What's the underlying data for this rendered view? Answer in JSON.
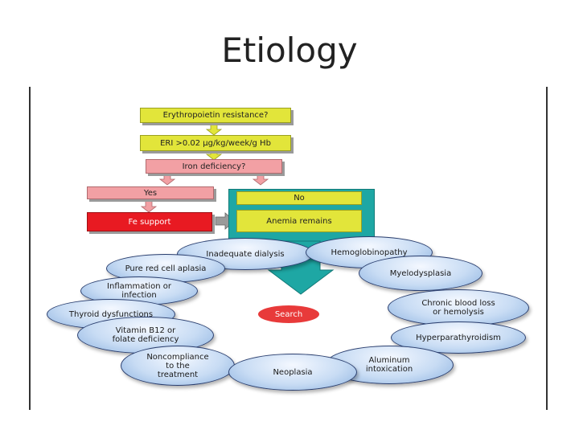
{
  "slide": {
    "title": "Etiology"
  },
  "flow": {
    "epo_resistance": "Erythropoietin resistance?",
    "eri": "ERI >0.02 μg/kg/week/g Hb",
    "iron_deficiency": "Iron deficiency?",
    "yes": "Yes",
    "no": "No",
    "fe_support": "Fe support",
    "anemia_remains": "Anemia remains",
    "search": "Search"
  },
  "causes": {
    "inadequate_dialysis": "Inadequate dialysis",
    "hemoglobinopathy": "Hemoglobinopathy",
    "pure_red_cell_aplasia": "Pure red cell aplasia",
    "myelodysplasia": "Myelodysplasia",
    "inflammation": "Inflammation or infection",
    "chronic_blood_loss": "Chronic blood loss or hemolysis",
    "thyroid": "Thyroid dysfunctions",
    "vitamin_b12": "Vitamin B12 or folate deficiency",
    "hyperparathyroidism": "Hyperparathyroidism",
    "noncompliance": "Noncompliance to the treatment",
    "aluminum": "Aluminum intoxication",
    "neoplasia": "Neoplasia"
  },
  "colors": {
    "yellow": "#e2e53a",
    "pink": "#f2a0a4",
    "red": "#e81a22",
    "teal": "#1ea7a4",
    "ellipse": "#c8dcf4"
  }
}
